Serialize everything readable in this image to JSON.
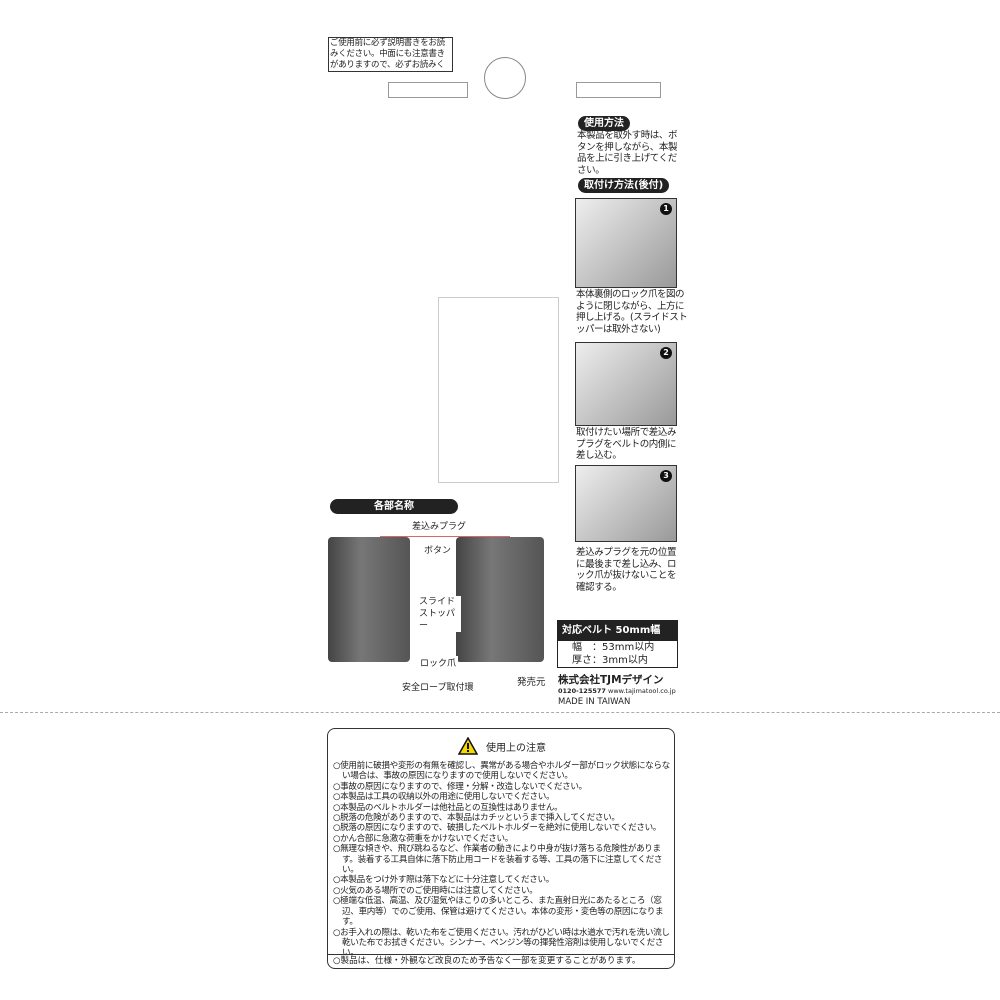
{
  "notice": "ご使用前に必ず説明書きをお読みください。中面にも注意書きがありますので、必ずお読みください。",
  "usage": {
    "title": "使用方法",
    "text": "本製品を取外す時は、ボタンを押しながら、本製品を上に引き上げてください。"
  },
  "install": {
    "title": "取付け方法(後付)",
    "steps": [
      {
        "num": "1",
        "text": "本体裏側のロック爪を図のように閉じながら、上方に押し上げる。(スライドストッパーは取外さない)"
      },
      {
        "num": "2",
        "text": "取付けたい場所で差込みプラグをベルトの内側に差し込む。"
      },
      {
        "num": "3",
        "text": "差込みプラグを元の位置に最後まで差し込み、ロック爪が抜けないことを確認する。"
      }
    ]
  },
  "parts": {
    "title": "各部名称",
    "labels": [
      "差込みプラグ",
      "ボタン",
      "スライドストッパー",
      "ロック爪",
      "安全ロープ取付環"
    ]
  },
  "belt": {
    "title": "対応ベルト 50mm幅",
    "width": "幅　：53mm以内",
    "thickness": "厚さ：3mm以内"
  },
  "maker": {
    "label": "発売元",
    "company": "株式会社TJMデザイン",
    "phone": "0120-125577",
    "url": "www.tajimatool.co.jp",
    "origin": "MADE IN TAIWAN"
  },
  "caution": {
    "title": "使用上の注意",
    "items": [
      "○使用前に破損や変形の有無を確認し、異常がある場合やホルダー部がロック状態にならない場合は、事故の原因になりますので使用しないでください。",
      "○事故の原因になりますので、修理・分解・改造しないでください。",
      "○本製品は工具の収納以外の用途に使用しないでください。",
      "○本製品のベルトホルダーは他社品との互換性はありません。",
      "○脱落の危険がありますので、本製品はカチッというまで挿入してください。",
      "○脱落の原因になりますので、破損したベルトホルダーを絶対に使用しないでください。",
      "○かん合部に急激な荷重をかけないでください。",
      "○無理な傾きや、飛び跳ねるなど、作業者の動きにより中身が抜け落ちる危険性があります。装着する工具自体に落下防止用コードを装着する等、工具の落下に注意してください。",
      "○本製品をつけ外す際は落下などに十分注意してください。",
      "○火気のある場所でのご使用時には注意してください。",
      "○極端な低温、高温、及び湿気やほこりの多いところ、また直射日光にあたるところ（窓辺、車内等）でのご使用、保管は避けてください。本体の変形・変色等の原因になります。",
      "○お手入れの際は、乾いた布をご使用ください。汚れがひどい時は水道水で汚れを洗い流し乾いた布でお拭きください。シンナー、ベンジン等の揮発性溶剤は使用しないでください。"
    ],
    "footer": "○製品は、仕様・外観など改良のため予告なく一部を変更することがあります。"
  }
}
